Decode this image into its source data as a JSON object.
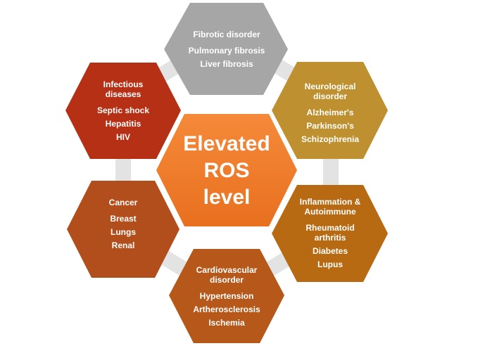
{
  "center": {
    "lines": [
      "Elevated",
      "ROS",
      "level"
    ],
    "color": "#F07A2A"
  },
  "nodes": [
    {
      "id": "fibrotic",
      "title": "Fibrotic disorder",
      "items": [
        "Pulmonary fibrosis",
        "Liver fibrosis"
      ],
      "color": "#A6A6A6"
    },
    {
      "id": "neurological",
      "title": "Neurological disorder",
      "items": [
        "Alzheimer's",
        "Parkinson's",
        "Schizophrenia"
      ],
      "color": "#BE9030"
    },
    {
      "id": "inflammation",
      "title": "Inflammation & Autoimmune",
      "items": [
        "Rheumatoid arthritis",
        "Diabetes",
        "Lupus"
      ],
      "color": "#B86A12"
    },
    {
      "id": "cardiovascular",
      "title": "Cardiovascular disorder",
      "items": [
        "Hypertension",
        "Artherosclerosis",
        "Ischemia"
      ],
      "color": "#B5581A"
    },
    {
      "id": "cancer",
      "title": "Cancer",
      "items": [
        "Breast",
        "Lungs",
        "Renal"
      ],
      "color": "#B24E1B"
    },
    {
      "id": "infectious",
      "title": "Infectious diseases",
      "items": [
        "Septic shock",
        "Hepatitis",
        "HIV"
      ],
      "color": "#B53015"
    }
  ],
  "connector_color": "#E3E3E3"
}
